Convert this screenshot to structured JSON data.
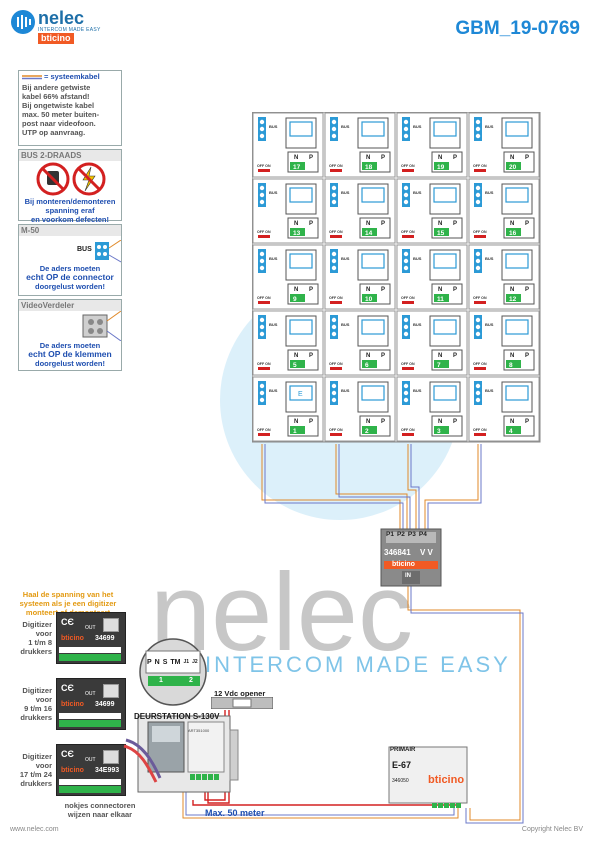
{
  "header": {
    "logo_name": "nelec",
    "logo_tagline": "INTERCOM MADE EASY",
    "logo_brand": "bticino",
    "doc_id": "GBM_19-0769"
  },
  "legend": {
    "cable_title": "= systeemkabel",
    "cable_notes": [
      "Bij andere getwiste",
      "kabel 66% afstand!",
      "Bij ongetwiste kabel",
      "max. 50 meter buiten-",
      "post naar videofoon.",
      "UTP op aanvraag."
    ],
    "bus_title": "BUS 2-DRAADS",
    "bus_warning": [
      "Bij monteren/demonteren",
      "spanning eraf",
      "en voorkom defecten!"
    ],
    "m50_title": "M-50",
    "m50_bus_label": "BUS",
    "m50_warning": [
      "De aders moeten",
      "echt OP de connector",
      "doorgelust worden!"
    ],
    "vv_title": "VideoVerdeler",
    "vv_warning": [
      "De aders moeten",
      "echt OP de klemmen",
      "doorgelust worden!"
    ]
  },
  "monitors": {
    "rows": [
      [
        "17",
        "18",
        "19",
        "20"
      ],
      [
        "13",
        "14",
        "15",
        "16"
      ],
      [
        "9",
        "10",
        "11",
        "12"
      ],
      [
        "5",
        "6",
        "7",
        "8"
      ],
      [
        "1",
        "2",
        "3",
        "4"
      ]
    ],
    "switch_label": "OFF ON",
    "n_label": "N",
    "p_label": "P",
    "bus_label": "BUS",
    "screen_letter": "E"
  },
  "distributor": {
    "ports": [
      "P1",
      "P2",
      "P3",
      "P4"
    ],
    "code": "346841",
    "vv": "V V",
    "in_label": "IN",
    "brand": "bticino"
  },
  "digitizers": {
    "note": [
      "Haal de spanning van het",
      "systeem als je een digitizer",
      "monteert of demonteert"
    ],
    "labels": [
      [
        "Digitizer",
        "voor",
        "1 t/m 8",
        "drukkers"
      ],
      [
        "Digitizer",
        "voor",
        "9 t/m 16",
        "drukkers"
      ],
      [
        "Digitizer",
        "voor",
        "17 t/m 24",
        "drukkers"
      ]
    ],
    "codes": [
      "34699",
      "34699",
      "34E993"
    ],
    "out_label": "OUT",
    "brand": "bticino",
    "footer_note": [
      "nokjes connectoren",
      "wijzen naar elkaar"
    ]
  },
  "station": {
    "title": "DEURSTATION S-130V",
    "zoom_labels": [
      "P",
      "N",
      "S",
      "TM",
      "J1",
      "J2"
    ],
    "zoom_numbers": [
      "1",
      "2"
    ],
    "opener_label": "12 Vdc opener",
    "module_code": "ART351000"
  },
  "power": {
    "primair": "PRIMAIR",
    "name": "E-67",
    "code": "346050",
    "brand": "bticino"
  },
  "cable_label": "Max. 50 meter",
  "watermark": {
    "word": "nelec",
    "tagline": "INTERCOM MADE EASY"
  },
  "footer": {
    "left": "www.nelec.com",
    "right": "Copyright Nelec BV"
  },
  "colors": {
    "brand_blue": "#1e88d6",
    "bticino_orange": "#f15a24",
    "terminal_green": "#2fb34a",
    "warning_blue": "#1f4fb0"
  }
}
